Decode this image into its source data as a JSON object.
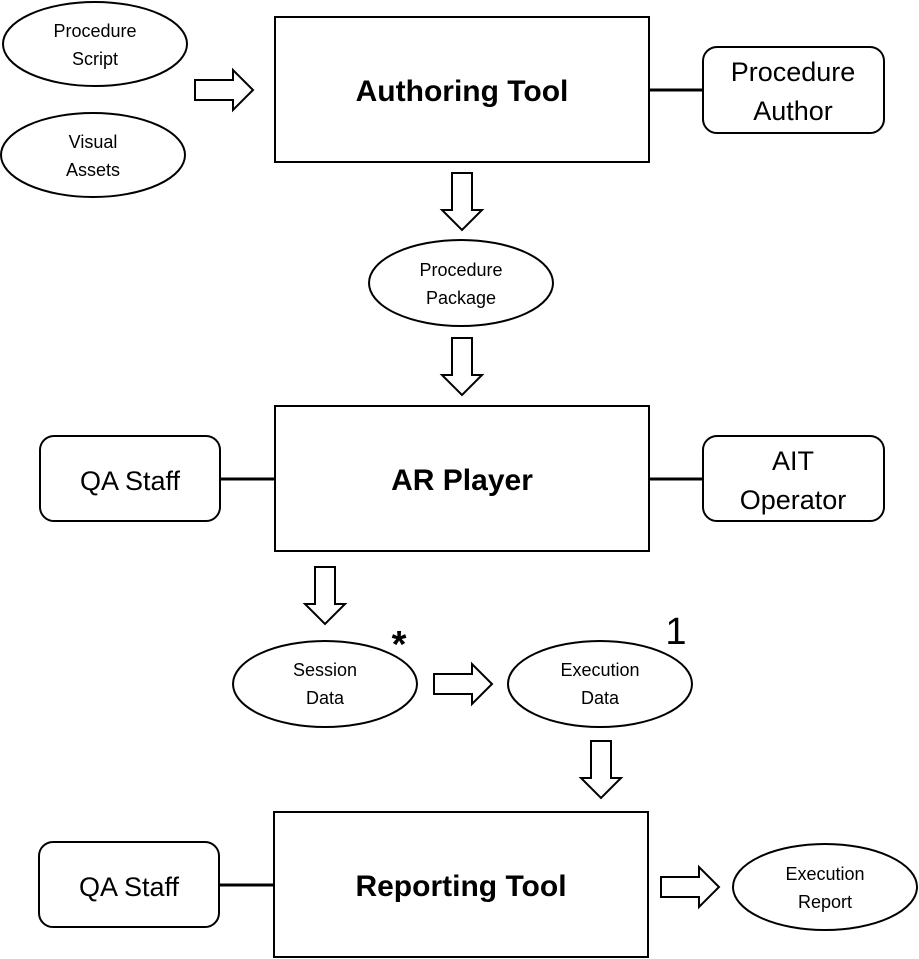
{
  "diagram": {
    "inputs": {
      "procedure_script": [
        "Procedure",
        "Script"
      ],
      "visual_assets": [
        "Visual",
        "Assets"
      ]
    },
    "authoring_tool": {
      "label": "Authoring Tool",
      "actor": [
        "Procedure",
        "Author"
      ]
    },
    "procedure_package": [
      "Procedure",
      "Package"
    ],
    "ar_player": {
      "label": "AR Player",
      "left_actor": "QA Staff",
      "right_actor": [
        "AIT",
        "Operator"
      ]
    },
    "session_data": {
      "label": [
        "Session",
        "Data"
      ],
      "multiplicity": "*"
    },
    "execution_data": {
      "label": [
        "Execution",
        "Data"
      ],
      "multiplicity": "1"
    },
    "reporting_tool": {
      "label": "Reporting Tool",
      "left_actor": "QA Staff"
    },
    "execution_report": [
      "Execution",
      "Report"
    ],
    "colors": {
      "stroke": "#000000",
      "fill": "#ffffff"
    }
  }
}
